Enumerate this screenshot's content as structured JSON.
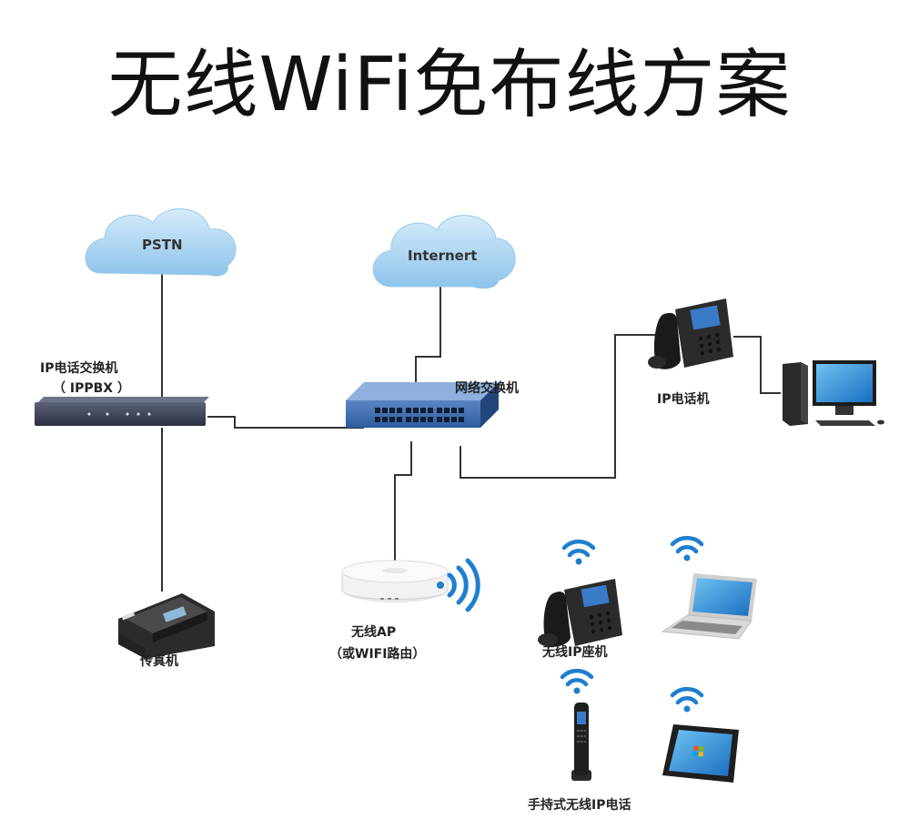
{
  "title": "无线WiFi免布线方案",
  "clouds": {
    "pstn": "PSTN",
    "internet": "Internert"
  },
  "devices": {
    "ippbx_line1": "IP电话交换机",
    "ippbx_line2": "（ IPPBX ）",
    "switch": "网络交换机",
    "ip_phone": "IP电话机",
    "fax": "传真机",
    "ap_line1": "无线AP",
    "ap_line2": "（或WIFI路由）",
    "wireless_desk_phone": "无线IP座机",
    "handheld_phone": "手持式无线IP电话"
  },
  "colors": {
    "cloud": "#a9d3f0",
    "switch_blue": "#2d5c9e",
    "line": "#333333",
    "wifi": "#1e7fd0"
  }
}
